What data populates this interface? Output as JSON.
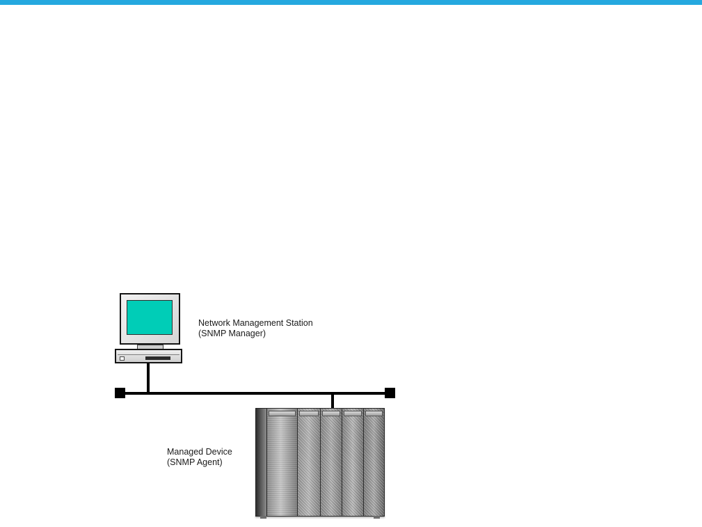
{
  "colors": {
    "accent": "#25A8DF",
    "screen": "#00CDB7",
    "line": "#000000"
  },
  "diagram": {
    "nms": {
      "line1": "Network Management Station",
      "line2": "(SNMP Manager)"
    },
    "device": {
      "line1": "Managed Device",
      "line2": "(SNMP Agent)"
    }
  }
}
